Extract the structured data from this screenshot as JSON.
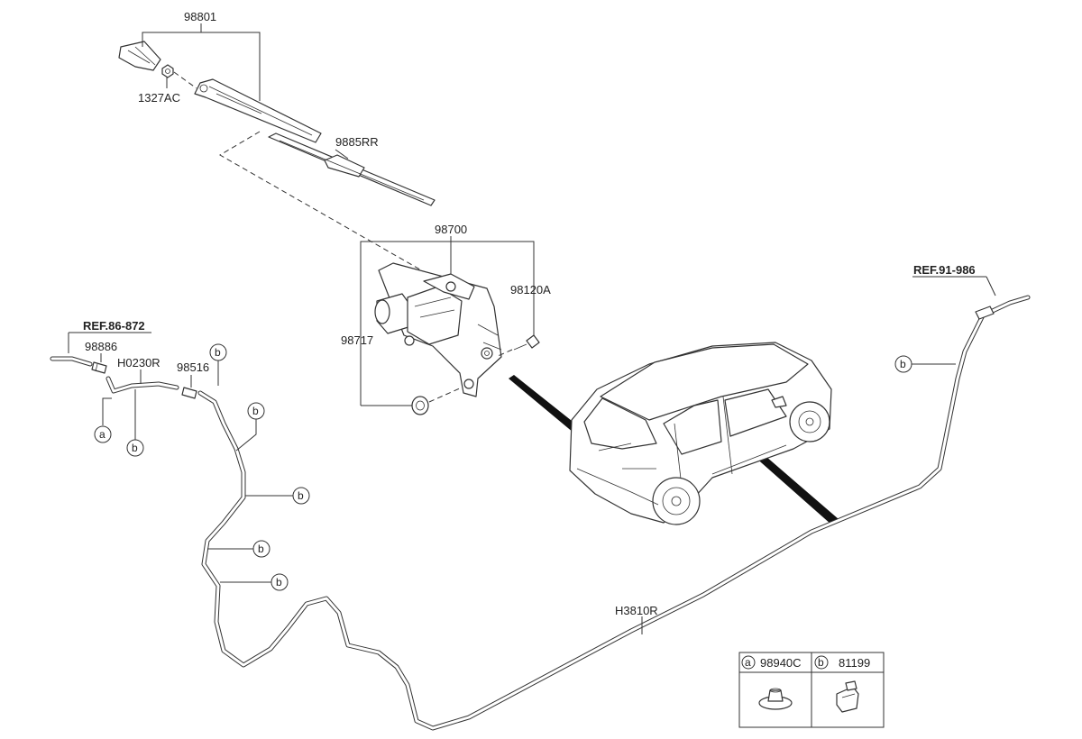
{
  "part_labels": {
    "wiper_arm": "98801",
    "nut": "1327AC",
    "wiper_blade": "9885RR",
    "motor_assembly": "98700",
    "bolt": "98120A",
    "grommet": "98717",
    "nozzle_connector": "98886",
    "hose_short": "H0230R",
    "joint": "98516",
    "hose_long": "H3810R"
  },
  "references": {
    "left": "REF.86-872",
    "right": "REF.91-986"
  },
  "callouts": {
    "a": "a",
    "b": "b"
  },
  "legend": {
    "a_marker": "a",
    "a_part": "98940C",
    "b_marker": "b",
    "b_part": "81199"
  },
  "colors": {
    "line": "#333333",
    "background": "#ffffff",
    "highlight_band": "#111111"
  }
}
